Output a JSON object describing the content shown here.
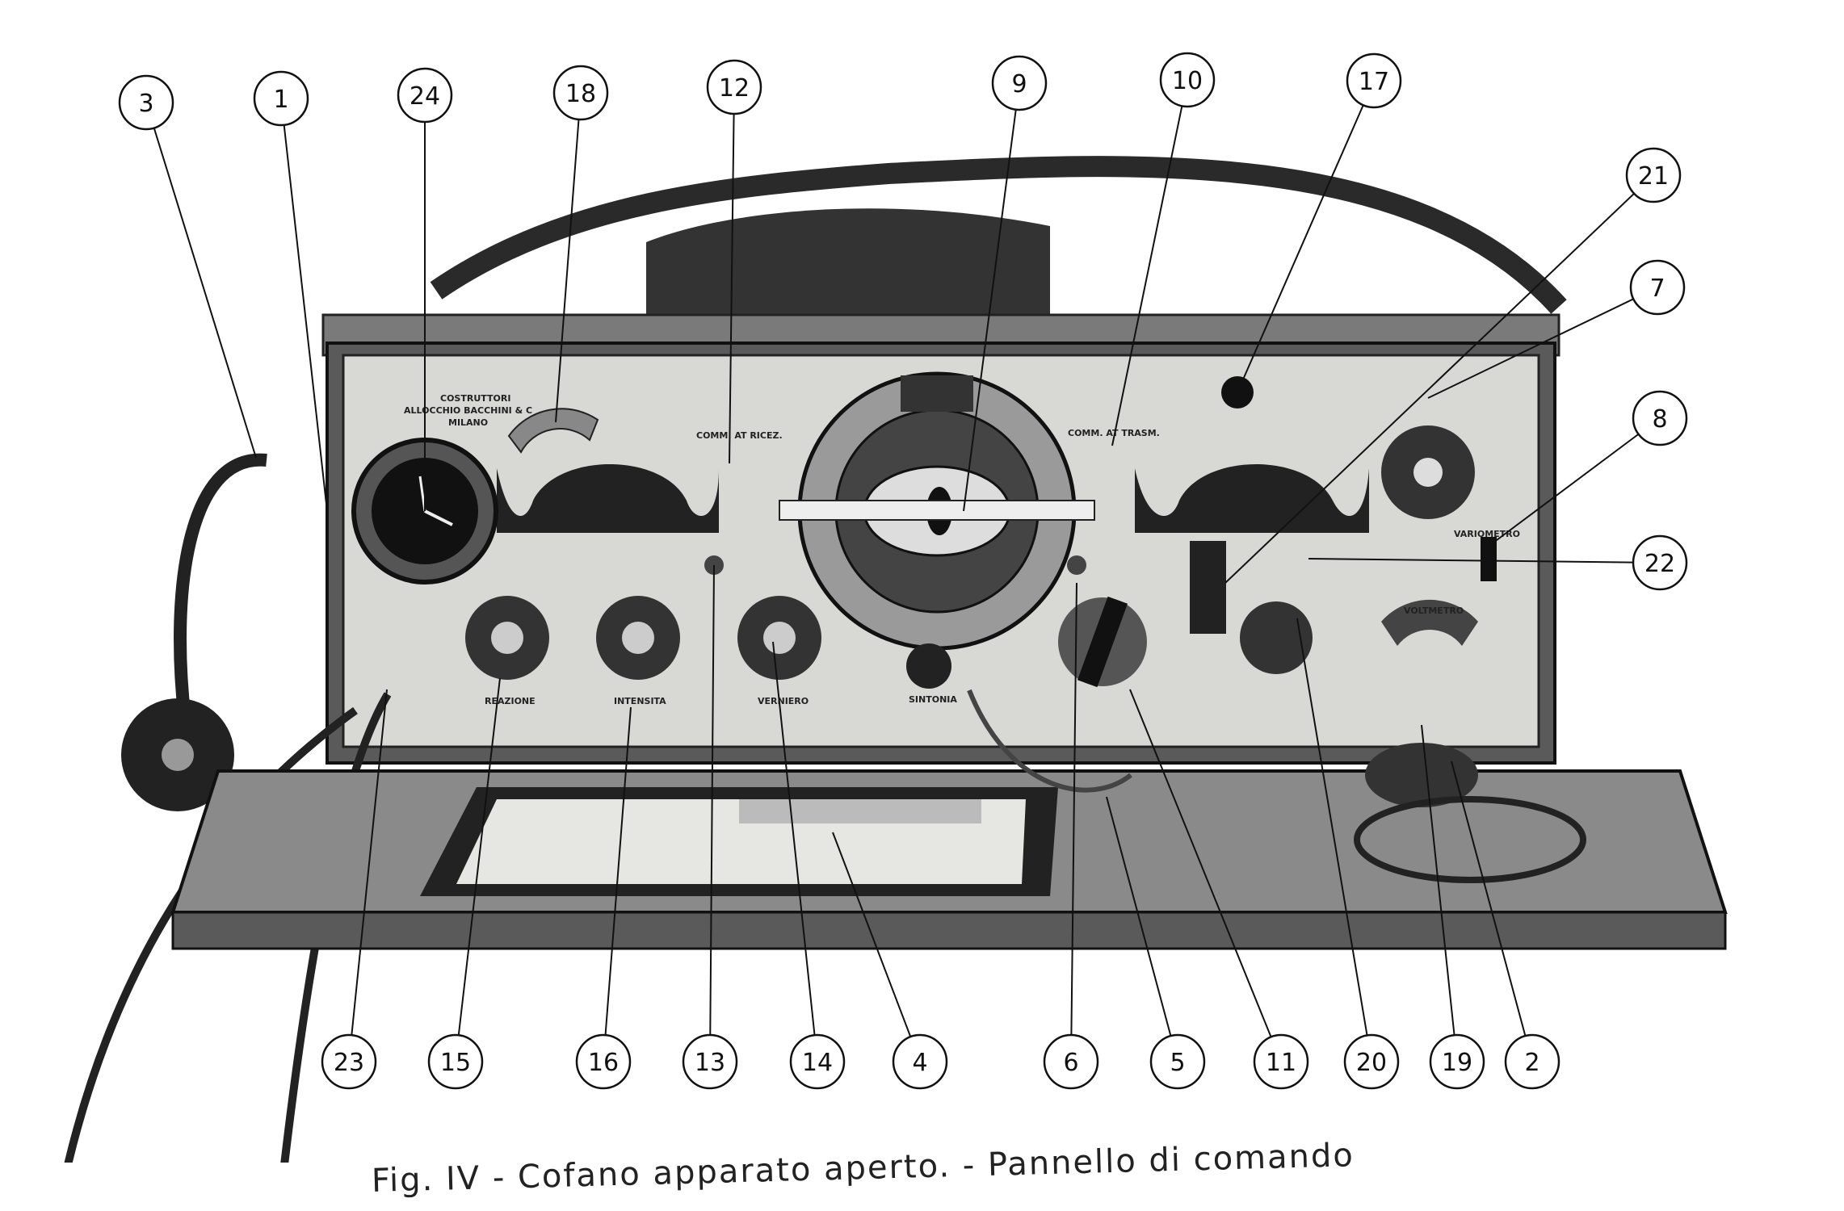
{
  "figure": {
    "caption": "Fig. IV - Cofano apparato aperto. - Pannello di comando",
    "panel_labels": {
      "maker_1": "COSTRUTTORI",
      "maker_2": "ALLOCCHIO BACCHINI & C",
      "maker_3": "MILANO",
      "comm_ricez": "COMM. AT RICEZ.",
      "comm_trasm": "COMM. AT TRASM.",
      "reazione": "REAZIONE",
      "intensita": "INTENSITA",
      "verniero": "VERNIERO",
      "sintonia": "SINTONIA",
      "variometro": "VARIOMETRO",
      "voltmetro": "VOLTMETRO"
    },
    "callouts_top": [
      "3",
      "1",
      "24",
      "18",
      "12",
      "9",
      "10",
      "17",
      "21",
      "7",
      "8",
      "22"
    ],
    "callouts_bottom": [
      "23",
      "15",
      "16",
      "13",
      "14",
      "4",
      "6",
      "5",
      "11",
      "20",
      "19",
      "2"
    ]
  }
}
